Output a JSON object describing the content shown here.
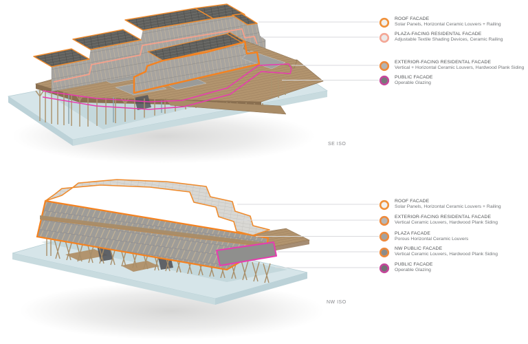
{
  "figures": [
    {
      "caption": "SE ISO",
      "legend": [
        {
          "label": "ROOF FACADE",
          "description": "Solar Panels, Horizontal Ceramic Louvers + Railing",
          "ring_color": "#f0913a",
          "fill_color": "#f1f0ee"
        },
        {
          "label": "PLAZA-FACING RESIDENTAL FACADE",
          "description": "Adjustable Textile Shading Devices, Ceramic Railing",
          "ring_color": "#f4a796",
          "fill_color": "#ece9e8"
        },
        {
          "label": "EXTERIOR-FACING RESIDENTAL FACADE",
          "description": "Vertical + Horizontal Ceramic Louvers, Hardwood Plank Siding",
          "ring_color": "#ee8a3c",
          "fill_color": "#b4b3b1"
        },
        {
          "label": "PUBLIC FACADE",
          "description": "Operable Glazing",
          "ring_color": "#c6479c",
          "fill_color": "#77787a"
        }
      ]
    },
    {
      "caption": "NW ISO",
      "legend": [
        {
          "label": "ROOF FACADE",
          "description": "Solar Panels, Horizontal Ceramic Louvers + Railing",
          "ring_color": "#f0913a",
          "fill_color": "#f2f1ef"
        },
        {
          "label": "EXTERIOR-FACING RESIDENTAL FACADE",
          "description": "Vertical Ceramic Louvers, Hardwood Plank Siding",
          "ring_color": "#ee8a3c",
          "fill_color": "#b7b6b4"
        },
        {
          "label": "PLAZA FACADE",
          "description": "Porous Horizontal Ceramic Louvers",
          "ring_color": "#ee8a3c",
          "fill_color": "#a3a2a0"
        },
        {
          "label": "NW PUBLIC FACADE",
          "description": "Vertical Ceramic Louvers, Hardwood Plank Siding",
          "ring_color": "#ee8a3c",
          "fill_color": "#8c8c8a"
        },
        {
          "label": "PUBLIC FACADE",
          "description": "Operable Glazing",
          "ring_color": "#c6479c",
          "fill_color": "#727274"
        }
      ]
    }
  ],
  "annotation_colors": {
    "roof_outline": "#ef8b2d",
    "plaza_residental_outline": "#f7a18b",
    "exterior_residental_outline": "#f5821f",
    "public_outline": "#e83bb0",
    "leader_line": "#d9dadc"
  }
}
